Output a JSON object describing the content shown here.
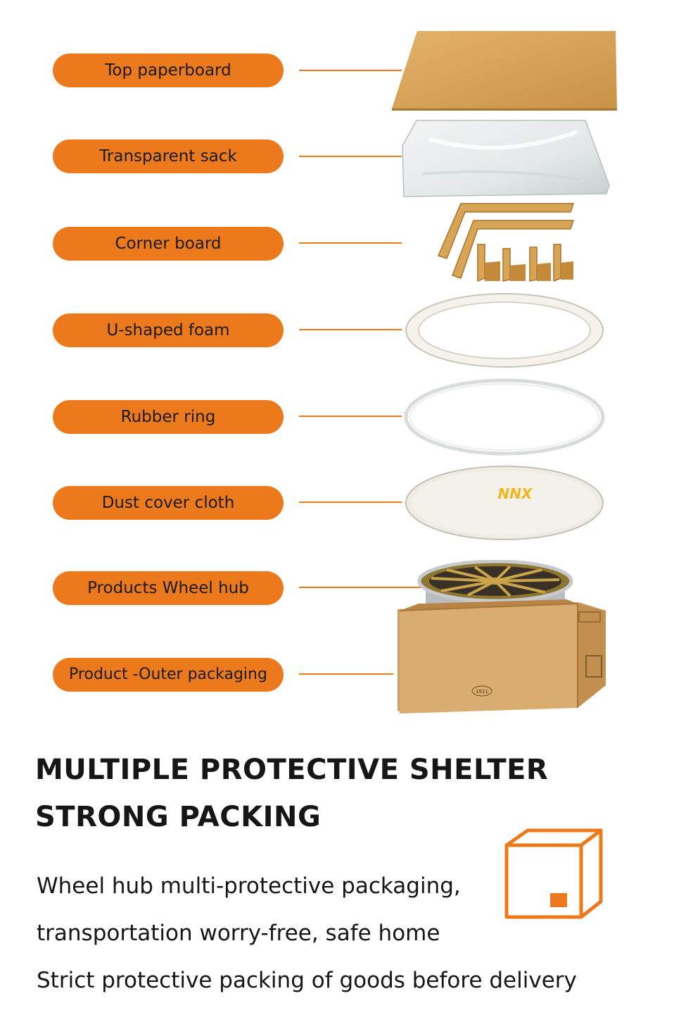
{
  "colors": {
    "accent": "#ec7a1c",
    "cardboard": "#d9a75a",
    "text": "#161616"
  },
  "layers": [
    {
      "label": "Top paperboard",
      "icon": "paperboard-icon"
    },
    {
      "label": "Transparent sack",
      "icon": "plastic-sack-icon"
    },
    {
      "label": "Corner board",
      "icon": "corner-board-icon"
    },
    {
      "label": "U-shaped foam",
      "icon": "foam-ring-icon"
    },
    {
      "label": "Rubber ring",
      "icon": "rubber-ring-icon"
    },
    {
      "label": "Dust cover cloth",
      "icon": "dust-cover-icon"
    },
    {
      "label": "Products Wheel hub",
      "icon": "wheel-hub-icon"
    },
    {
      "label": "Product -Outer packaging",
      "icon": "outer-box-icon"
    }
  ],
  "dust_cover_logo": "NNX",
  "box_stamp": "1911",
  "headline": {
    "line1": "MULTIPLE PROTECTIVE SHELTER",
    "line2": "STRONG PACKING"
  },
  "body": {
    "line1": "Wheel hub multi-protective packaging,",
    "line2": "transportation worry-free, safe home",
    "line3": "Strict protective packing of goods before delivery"
  },
  "box_icon": "package-box-icon"
}
